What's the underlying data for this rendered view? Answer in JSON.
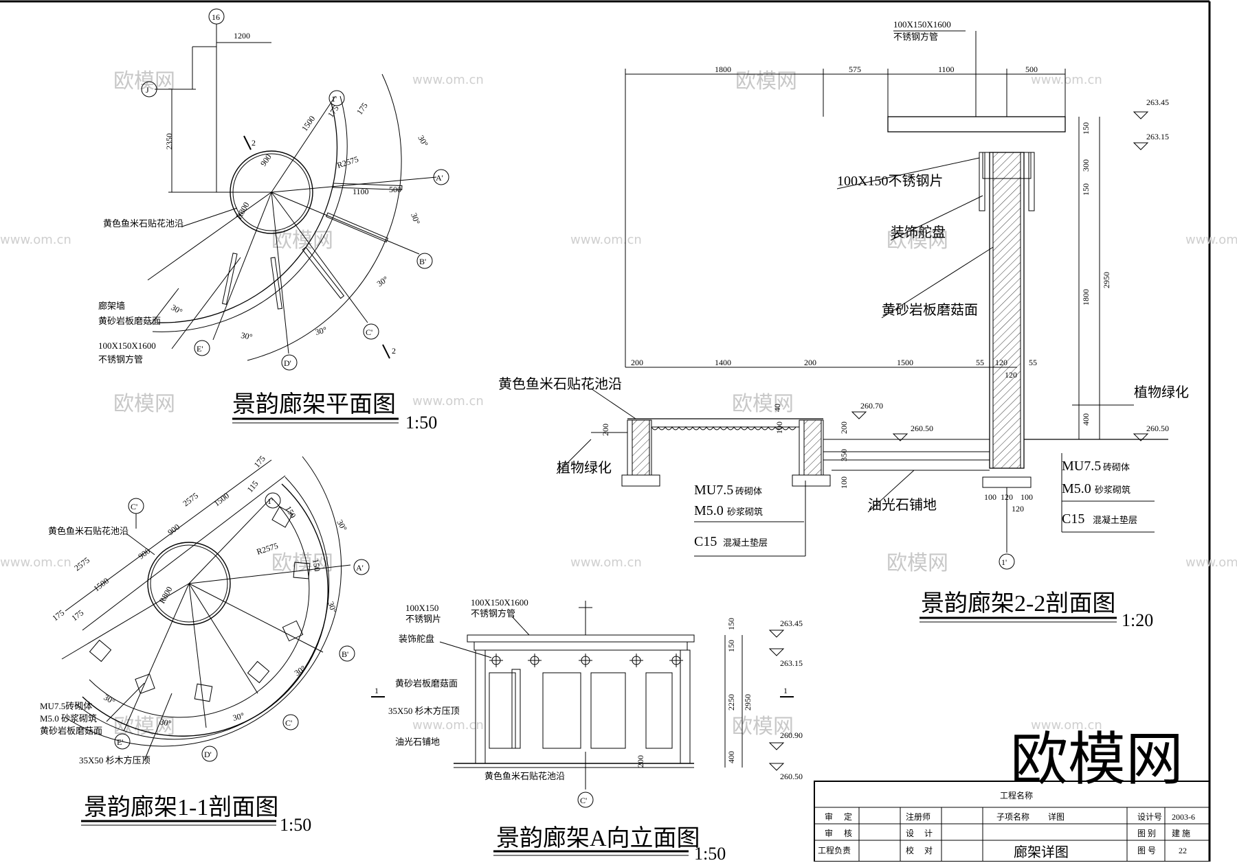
{
  "watermark": {
    "mark": "欧模网",
    "url": "www.om.cn",
    "logo": "欧模网"
  },
  "plan": {
    "title": "景韵廊架平面图",
    "scale": "1:50",
    "grid": {
      "g16": "16",
      "gJ": "J",
      "g1": "1'",
      "gA": "A'",
      "gB": "B'",
      "gC": "C'",
      "gD": "D'",
      "gE": "E'"
    },
    "section_mark": "2",
    "dims": {
      "d1200": "1200",
      "d2350": "2350",
      "d900": "900",
      "d1500": "1500",
      "d175a": "175",
      "d175b": "175",
      "r2575": "R2575",
      "r800": "R800",
      "d1100": "1100",
      "d500": "500"
    },
    "angle": "30°",
    "notes": {
      "n1": "黄色鱼米石贴花池沿",
      "n2": "廊架墙",
      "n3": "黄砂岩板磨菇面",
      "n4": "100X150X1600",
      "n5": "不锈钢方管"
    }
  },
  "sec11": {
    "title": "景韵廊架1-1剖面图",
    "scale": "1:50",
    "grid": {
      "gC": "C'",
      "g1": "1'",
      "gA": "A'",
      "gB": "B'",
      "gC2": "C'",
      "gD": "D'",
      "gE": "E'"
    },
    "dims": {
      "d2575a": "2575",
      "d1500a": "1500",
      "d900a": "900",
      "d175a": "175",
      "d115": "115",
      "d2575b": "2575",
      "d1500b": "1500",
      "d900b": "900",
      "d175b": "175",
      "d175c": "175",
      "r2575": "R2575",
      "r800": "R800",
      "d150": "150",
      "d150b": "150"
    },
    "angle": "30°",
    "notes": {
      "n1": "黄色鱼米石贴花池沿",
      "n2": "MU7.5砖砌体",
      "n3": "M5.0 砂浆砌筑",
      "n4": "黄砂岩板磨菇面",
      "n5": "35X50 杉木方压顶"
    }
  },
  "elevA": {
    "title": "景韵廊架A向立面图",
    "scale": "1:50",
    "grid": {
      "gC": "C'"
    },
    "section_mark": "1",
    "dims": {
      "d150a": "150",
      "d150b": "150",
      "d2250": "2250",
      "d2950": "2950",
      "d400": "400",
      "d200": "200"
    },
    "levels": {
      "l1": "263.45",
      "l2": "263.15",
      "l3": "260.90",
      "l4": "260.50"
    },
    "notes": {
      "n1": "100X150",
      "n2": "不锈钢片",
      "n3": "100X150X1600",
      "n4": "不锈钢方管",
      "n5": "装饰舵盘",
      "n6": "黄砂岩板磨菇面",
      "n7": "35X50 杉木方压顶",
      "n8": "油光石铺地",
      "n9": "黄色鱼米石贴花池沿"
    }
  },
  "sec22": {
    "title": "景韵廊架2-2剖面图",
    "scale": "1:20",
    "grid": {
      "g1": "1'"
    },
    "top_dims": {
      "d1800": "1800",
      "d575": "575",
      "d1100": "1100",
      "d500": "500"
    },
    "bot_dims": {
      "d200a": "200",
      "d1400": "1400",
      "d200b": "200",
      "d1500": "1500",
      "d55a": "55",
      "d120": "120",
      "d55b": "55",
      "d120b": "120"
    },
    "right_dims": {
      "d150a": "150",
      "d300": "300",
      "d150b": "150",
      "d1800": "1800",
      "d2950": "2950",
      "d400": "400"
    },
    "misc_dims": {
      "d200": "200",
      "d40": "40",
      "d100": "100",
      "d350": "350",
      "d100b": "100",
      "d100c": "100",
      "d120c": "120",
      "d100d": "100",
      "d120d": "120"
    },
    "levels": {
      "l1": "263.45",
      "l2": "263.15",
      "l3": "260.70",
      "l4": "260.50",
      "l5": "260.50"
    },
    "notes": {
      "n1": "100X150X1600",
      "n2": "不锈钢方管",
      "n3": "100X150不锈钢片",
      "n4": "装饰舵盘",
      "n5": "黄砂岩板磨菇面",
      "n6": "黄色鱼米石贴花池沿",
      "n7": "植物绿化",
      "n8": "植物绿化",
      "n9": "油光石铺地"
    },
    "mat": {
      "m1": "MU7.5",
      "m1b": "砖砌体",
      "m2": "M5.0",
      "m2b": "砂浆砌筑",
      "m3": "C15",
      "m3b": "混凝土垫层"
    }
  },
  "title_block": {
    "project": "工程名称",
    "sub": "子项名称",
    "detail": "详图",
    "r1": [
      "审",
      "定",
      "注册师"
    ],
    "r2": [
      "审",
      "核",
      "设",
      "计"
    ],
    "r3": [
      "工程负责",
      "校",
      "对"
    ],
    "drawing": "廊架详图",
    "k1": "设计号",
    "v1": "2003-6",
    "k2": "图 别",
    "v2": "建  施",
    "k3": "图 号",
    "v3": "22"
  }
}
